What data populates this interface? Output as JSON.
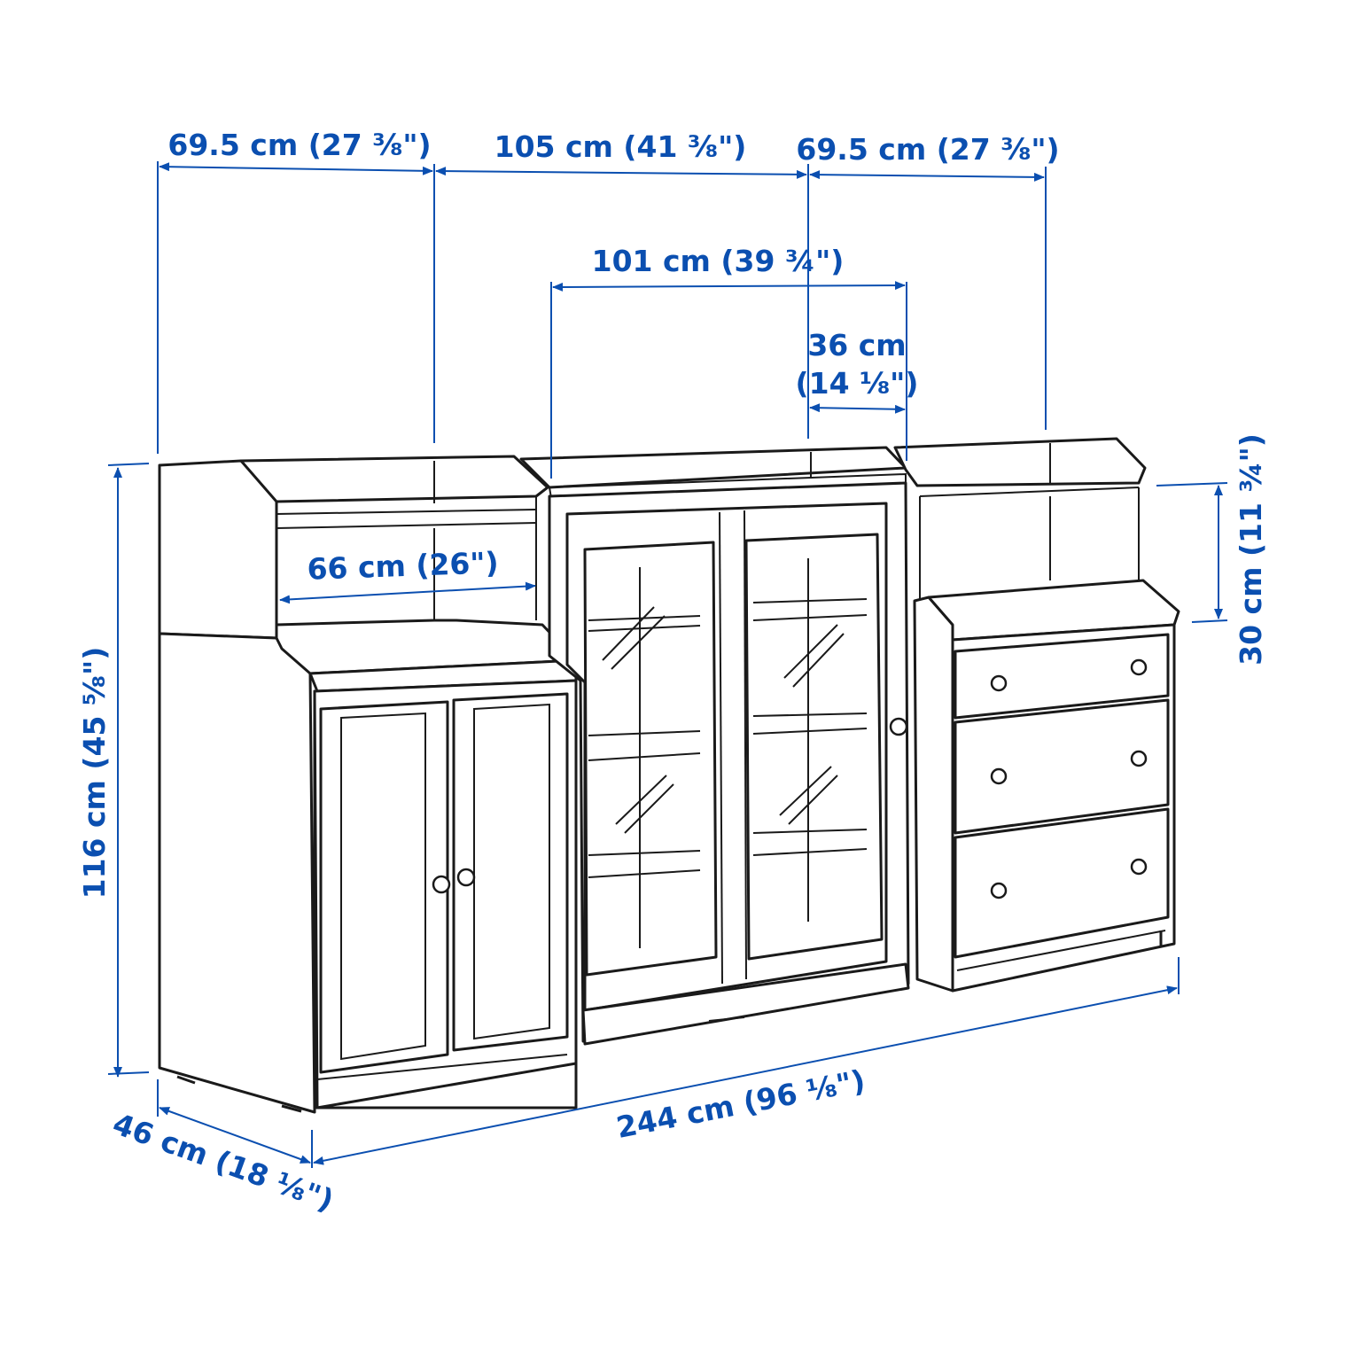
{
  "colors": {
    "dimension": "#0b4fb0",
    "outline": "#1a1a1a",
    "background": "#ffffff"
  },
  "dimensions": {
    "top_left_width": "69.5 cm (27 ⅜\")",
    "top_middle_width": "105 cm (41 ⅜\")",
    "top_right_width": "69.5 cm (27 ⅜\")",
    "glass_cabinet_width": "101 cm (39 ¾\")",
    "door_width_cm": "36 cm",
    "door_width_in": "(14 ⅛\")",
    "shelf_width": "66 cm (26\")",
    "upper_shelf_height": "30 cm (11 ¾\")",
    "total_height": "116 cm (45 ⅝\")",
    "total_width": "244 cm (96 ⅛\")",
    "depth": "46 cm (18 ⅛\")"
  }
}
